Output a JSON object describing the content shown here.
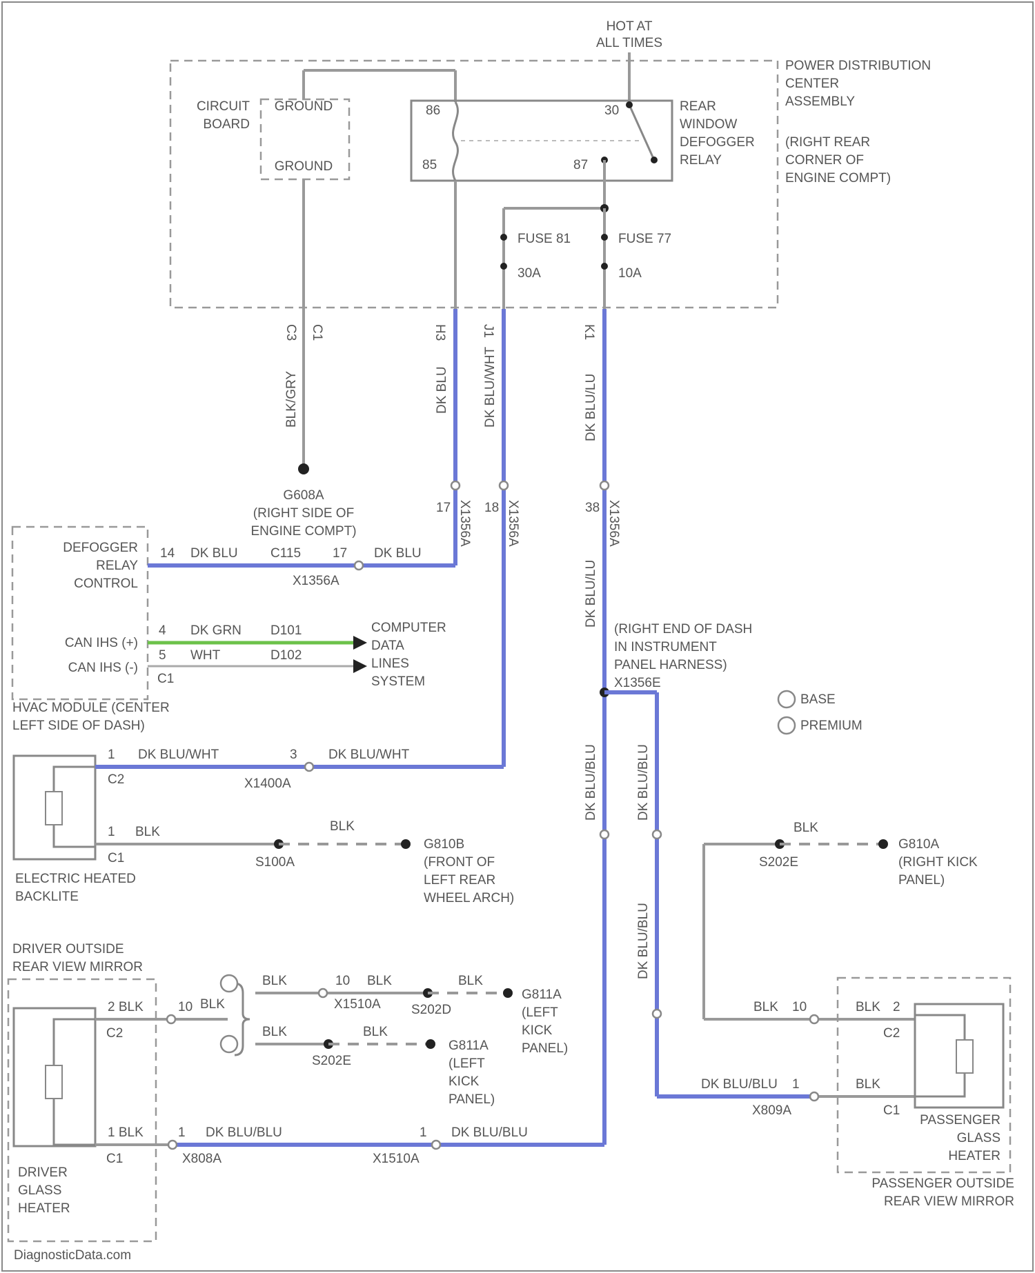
{
  "power": {
    "hot_line1": "HOT AT",
    "hot_line2": "ALL TIMES"
  },
  "pdc": {
    "name": [
      "POWER DISTRIBUTION",
      "CENTER",
      "ASSEMBLY"
    ],
    "location": [
      "(RIGHT REAR",
      "CORNER OF",
      "ENGINE COMPT)"
    ],
    "circuit_board": [
      "CIRCUIT",
      "BOARD"
    ],
    "ground_top": "GROUND",
    "ground_bottom": "GROUND"
  },
  "relay": {
    "label": [
      "REAR",
      "WINDOW",
      "DEFOGGER",
      "RELAY"
    ],
    "pins": {
      "p86": "86",
      "p85": "85",
      "p30": "30",
      "p87": "87"
    }
  },
  "fuses": {
    "fuse81": "FUSE 81",
    "fuse81_amp": "30A",
    "fuse77": "FUSE 77",
    "fuse77_amp": "10A"
  },
  "pdc_pins": {
    "c3": "C3",
    "h3": "H3",
    "j1": "J1",
    "k1": "K1",
    "c1": "C1"
  },
  "wire_colors": {
    "w1": "BLK/GRY",
    "w2": "DK BLU",
    "w3": "DK BLU/WHT",
    "w4": "DK BLU/LU",
    "w5": "DK BLU/LU",
    "w6": "DK BLU/BLU",
    "w7": "DK BLU/BLU",
    "w8": "DK BLU/BLU"
  },
  "ground_g608": [
    "G608A",
    "(RIGHT SIDE OF",
    "ENGINE COMPT)"
  ],
  "hvac": {
    "defogger": [
      "DEFOGGER",
      "RELAY",
      "CONTROL"
    ],
    "can_hi": "CAN IHS (+)",
    "can_lo": "CAN IHS (-)",
    "c1": "C1",
    "module": [
      "HVAC MODULE (CENTER",
      "LEFT SIDE OF DASH)"
    ],
    "pin14": "14",
    "pin4": "4",
    "pin5": "5",
    "wire14": "DK BLU",
    "wire4": "DK GRN",
    "wire5": "WHT",
    "d101": "D101",
    "d102": "D102",
    "c115": "C115",
    "pin17": "17",
    "wire17": "DK BLU",
    "splice": "X1356A"
  },
  "computer_data": [
    "COMPUTER",
    "DATA",
    "LINES",
    "SYSTEM"
  ],
  "splices": {
    "s1": "X1356A",
    "s2": "X1356A",
    "s3": "X1356A",
    "s1_pin": "17",
    "s2_pin": "18",
    "s3_pin": "38",
    "rt_end": [
      "(RIGHT END OF DASH",
      "IN INSTRUMENT",
      "PANEL HARNESS)",
      "X1356E"
    ]
  },
  "legend": {
    "base": "BASE",
    "premium": "PREMIUM"
  },
  "backlite": {
    "c2": "C2",
    "c1": "C1",
    "pin1a": "1",
    "pin1b": "1",
    "wire1": "DK BLU/WHT",
    "wire2": "BLK",
    "pin3": "3",
    "wire3": "DK BLU/WHT",
    "splice": "X1400A",
    "s100": "S100A",
    "blk": "BLK",
    "g": [
      "G810B",
      "(FRONT OF",
      "LEFT REAR",
      "WHEEL ARCH)"
    ],
    "name": [
      "ELECTRIC HEATED",
      "BACKLITE"
    ]
  },
  "right_side": {
    "w_a": "DK BLU/BLU",
    "w_b": "DK BLU/BLU",
    "w_c": "DK BLU/BLU",
    "blk": "BLK",
    "s": "S202E",
    "g": [
      "G810A",
      "(RIGHT KICK",
      "PANEL)"
    ],
    "pin2": "2",
    "pin10": "10",
    "pin1": "1",
    "blk_label_a": "BLK",
    "blk_label_b": "BLK",
    "blk_label_c": "BLK",
    "wire_bottom": "DK BLU/BLU",
    "splice": "X809A",
    "pc2": "C2",
    "pc1": "C1",
    "heater": [
      "PASSENGER",
      "GLASS",
      "HEATER"
    ],
    "mirror": [
      "PASSENGER OUTSIDE",
      "REAR VIEW MIRROR"
    ]
  },
  "driver": {
    "mirror": [
      "DRIVER OUTSIDE",
      "REAR VIEW MIRROR"
    ],
    "heater": [
      "DRIVER",
      "GLASS",
      "HEATER"
    ],
    "c2": "C2",
    "c1": "C1",
    "pin2": "2 BLK",
    "pin1": "1 BLK",
    "p10": "10",
    "blk": "BLK",
    "p1": "1",
    "wire_bottom": "DK BLU/BLU",
    "splice_b": "X808A",
    "p1b": "1",
    "wire_bottom2": "DK BLU/BLU",
    "splice_c": "X1510A",
    "s_top": "BLK",
    "s_top_pin": "10",
    "s_top_blk": "BLK",
    "s_top_x": "X1510A",
    "s_s": "S202D",
    "s_blk2": "BLK",
    "g1": [
      "G811A",
      "(LEFT",
      "KICK",
      "PANEL)"
    ],
    "s2": "S202E",
    "s2_blk": "BLK",
    "s2_blk2": "BLK",
    "g2": [
      "G811A",
      "(LEFT",
      "KICK",
      "PANEL)"
    ]
  },
  "watermark": "DiagnosticData.com"
}
